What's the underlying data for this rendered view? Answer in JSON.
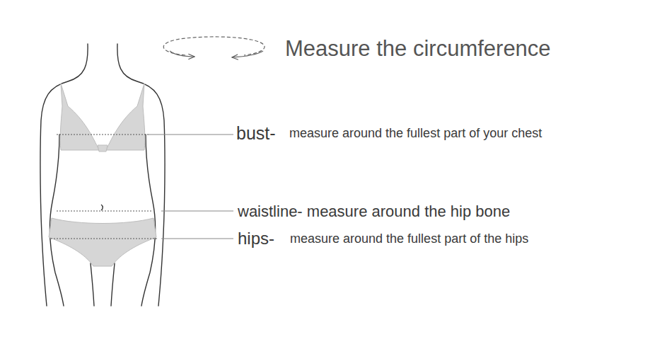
{
  "diagram": {
    "title": "Measure the circumference",
    "labels": [
      "bust-",
      "measure around the fullest part of your chest",
      "waistline- measure around the hip bone",
      "hips-",
      "measure around the fullest part of the hips"
    ]
  }
}
